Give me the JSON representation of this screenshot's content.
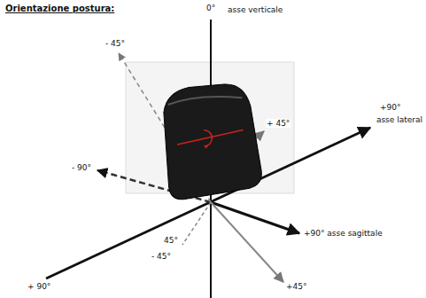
{
  "diagram": {
    "title": "Orientazione postura:",
    "labels": [
      "0°",
      "asse verticale",
      "- 45°",
      "+ 45°",
      "+90°",
      "asse lateral",
      "- 90°",
      "+90° asse sagittale",
      "+ 90°",
      "45°",
      "- 45°",
      "+45°"
    ]
  }
}
